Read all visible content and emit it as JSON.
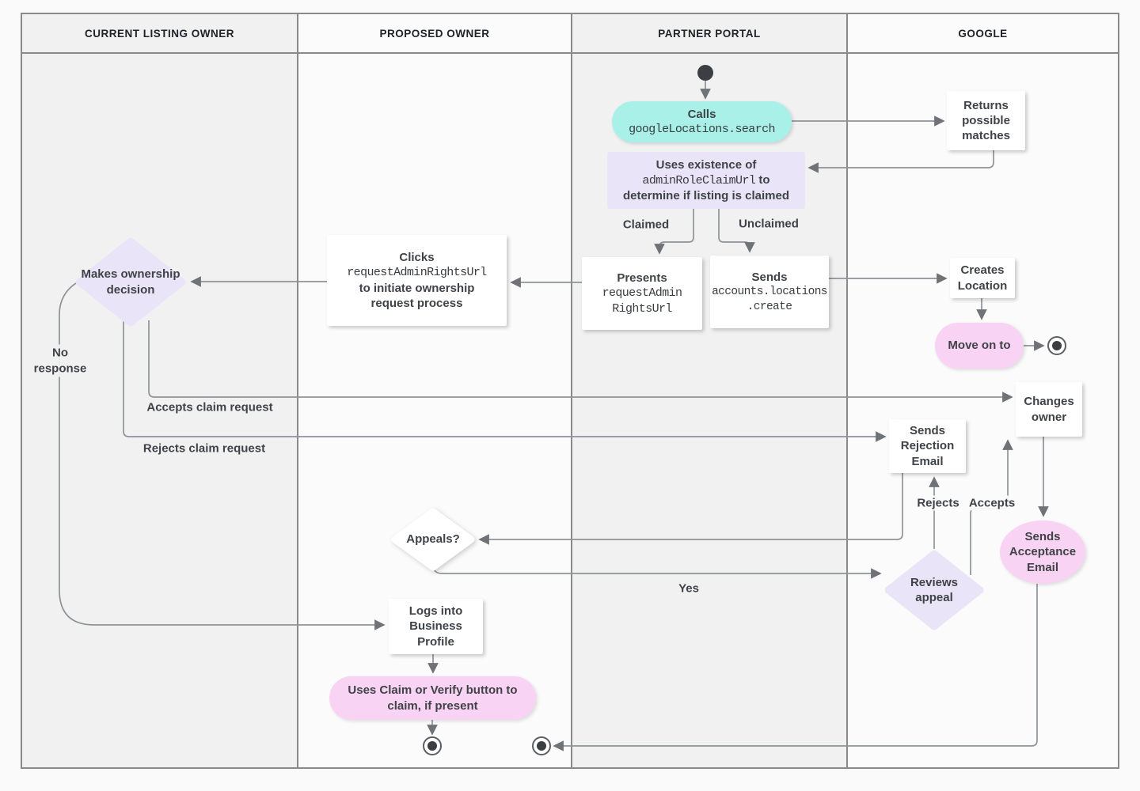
{
  "lanes": [
    "CURRENT LISTING OWNER",
    "PROPOSED OWNER",
    "PARTNER PORTAL",
    "GOOGLE"
  ],
  "nodes": {
    "calls": {
      "title": "Calls",
      "code": "googleLocations.search"
    },
    "returns_matches": {
      "text": "Returns possible matches"
    },
    "uses_existence": {
      "line1": "Uses existence of",
      "code": "adminRoleClaimUrl",
      "line2_suffix": " to",
      "line3": "determine if listing is claimed"
    },
    "presents": {
      "title": "Presents",
      "code_line1": "requestAdmin",
      "code_line2": "RightsUrl"
    },
    "sends_create": {
      "title": "Sends",
      "code_line1": "accounts.locations",
      "code_line2": ".create"
    },
    "creates_location": {
      "text": "Creates Location"
    },
    "move_on": {
      "text": "Move on to"
    },
    "clicks": {
      "title": "Clicks",
      "code": "requestAdminRightsUrl",
      "line3": "to initiate ownership",
      "line4": "request process"
    },
    "makes_decision": {
      "text": "Makes ownership decision"
    },
    "sends_rejection": {
      "text": "Sends Rejection Email"
    },
    "changes_owner": {
      "text": "Changes owner"
    },
    "sends_acceptance": {
      "text": "Sends Acceptance Email"
    },
    "appeals": {
      "text": "Appeals?"
    },
    "reviews_appeal": {
      "text": "Reviews appeal"
    },
    "logs_in": {
      "text": "Logs into Business Profile"
    },
    "claim_verify": {
      "text": "Uses Claim or Verify button to claim, if present"
    }
  },
  "edge_labels": {
    "claimed": "Claimed",
    "unclaimed": "Unclaimed",
    "no_response": "No response",
    "accepts_claim": "Accepts claim request",
    "rejects_claim": "Rejects claim request",
    "rejects": "Rejects",
    "accepts": "Accepts",
    "yes": "Yes"
  },
  "colors": {
    "teal": "#a9f1e8",
    "lavender": "#e9e4f7",
    "pink": "#f9d3f3",
    "lane_gray": "#f1f1f2",
    "lane_light": "#fbfbfb",
    "border": "#8a8a8a",
    "line": "#8f9398",
    "arrowhead": "#6f7377",
    "text": "#3f4347",
    "terminator": "#3b3e42"
  }
}
